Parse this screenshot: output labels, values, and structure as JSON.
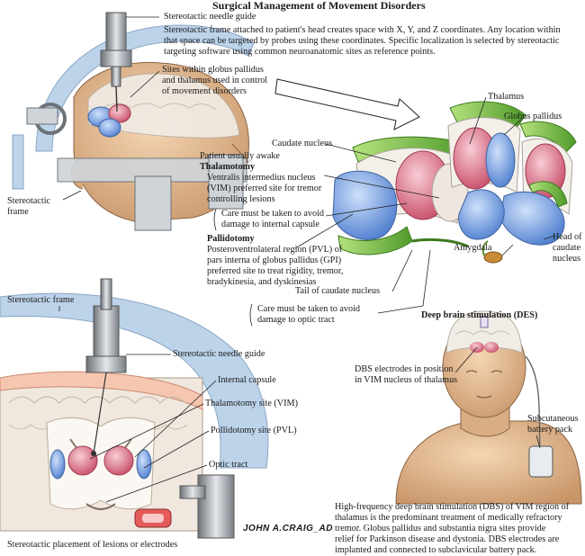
{
  "title": "Surgical Management of Movement Disorders",
  "intro": [
    "Stereotactic frame attached to patient's head creates space with X, Y, and Z coordinates. Any location within",
    "that space can be targeted by probes using these coordinates. Specific localization is selected by stereotactic",
    "targeting software using common neuroanatomic sites as reference points."
  ],
  "labels": {
    "needle_guide_top": "Stereotactic needle guide",
    "sites": [
      "Sites within globus pallidus",
      "and thalamus used in control",
      "of movement disorders"
    ],
    "frame_top": [
      "Stereotactic",
      "frame"
    ],
    "thalamus": "Thalamus",
    "globus_pallidus": "Globus pallidus",
    "caudate_nucleus": "Caudate nucleus",
    "amygdala": "Amygdala",
    "head_caudate": [
      "Head of",
      "caudate",
      "nucleus"
    ],
    "tail_caudate": "Tail of caudate nucleus"
  },
  "thalamotomy": {
    "awake": "Patient usually awake",
    "heading": "Thalamotomy",
    "body": [
      "Ventralis intermedius nucleus",
      "(VIM) preferred site for tremor",
      "controlling lesions"
    ],
    "caution": [
      "Care must be taken to avoid",
      "damage to internal capsule"
    ]
  },
  "pallidotomy": {
    "heading": "Pallidotomy",
    "body": [
      "Posteroventrolateral region (PVL) of",
      "pars interna of globus pallidus (GPI)",
      "preferred site to treat rigidity, tremor,",
      "bradykinesia, and dyskinesias"
    ],
    "caution": [
      "Care must be taken to avoid",
      "damage to optic tract"
    ]
  },
  "bottom_left": {
    "frame": "Stereotactic frame",
    "needle_guide": "Stereotactic needle guide",
    "internal_capsule": "Internal capsule",
    "thalamotomy_site": "Thalamotomy site (VIM)",
    "pallidotomy_site": "Pollidotomy site (PVL)",
    "optic_tract": "Optic tract",
    "caption": "Stereotactic placement of lesions or electrodes",
    "signature": "JOHN A.CRAIG_AD"
  },
  "dbs": {
    "heading": "Deep brain stimulation (DES)",
    "electrodes": [
      "DBS electrodes in position",
      "in VIM nucleus of thalamus"
    ],
    "battery": [
      "Subcutaneous",
      "battery pack"
    ],
    "description": [
      "High-frequency deep brain stimulation (DBS) of VIM region of",
      "thalamus is the predominant treatment of medically refractory",
      "tremor. Globus pallidus and substantia nigra sites provide",
      "relief for Parkinson disease and dystonia. DBS electrodes are",
      "implanted and connected to subclavicular battery pack."
    ]
  },
  "colors": {
    "frame": "#bcd3ea",
    "globus_pallidus": "#6f9de0",
    "thalamus": "#e07a90",
    "caudate": "#7cc24a",
    "skin": "#e9c29a"
  }
}
